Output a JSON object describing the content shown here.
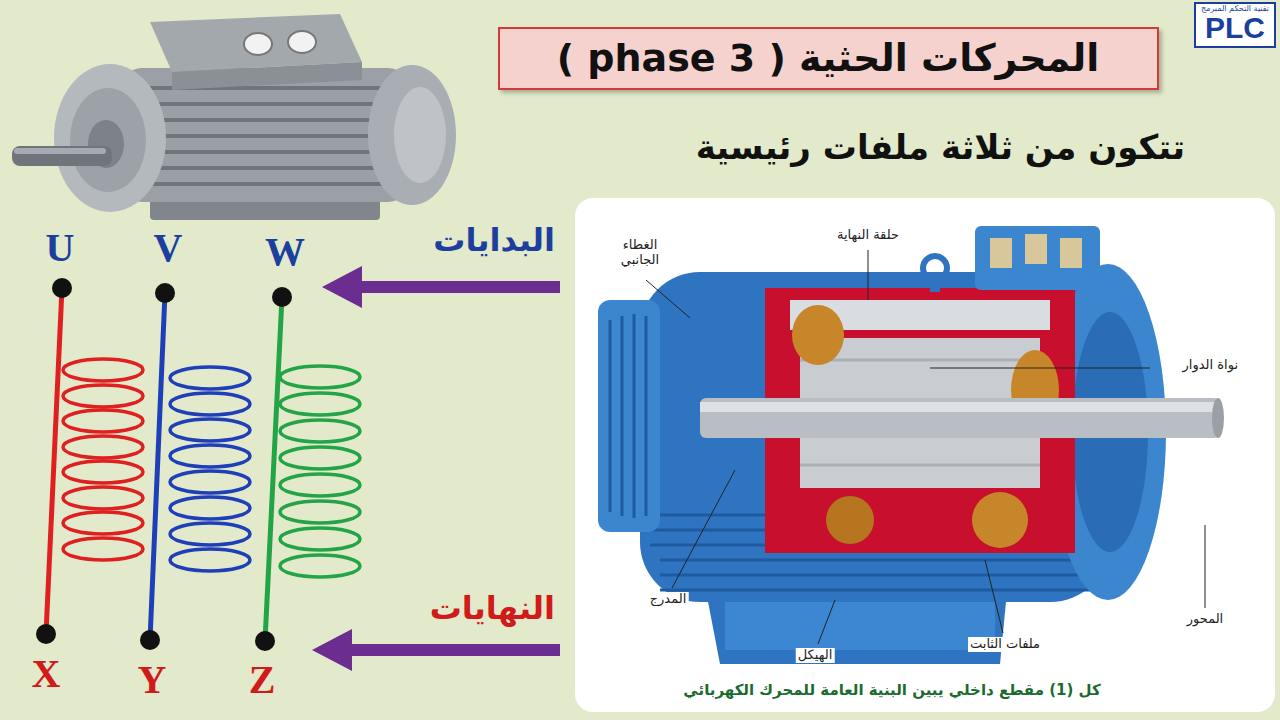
{
  "diagram": {
    "title": "المحركات الحثية ( 3 phase )",
    "caption": "كل (1) مقطع داخلي يبين البنية العامة للمحرك الكهربائي",
    "nodes": [
      {
        "text": [
          "تقنية التحكم المبرمج",
          "PLC"
        ]
      }
    ],
    "labels": [
      "تتكون من ثلاثة ملفات رئيسية",
      "U",
      "V",
      "W",
      "البدايات",
      "النهايات",
      "X",
      "Y",
      "Z",
      "الغطاء الجانبي",
      "حلقة النهاية",
      "نواة الدوار",
      "المدرج",
      "الهيكل",
      "ملفات الثابت",
      "المحور"
    ]
  }
}
